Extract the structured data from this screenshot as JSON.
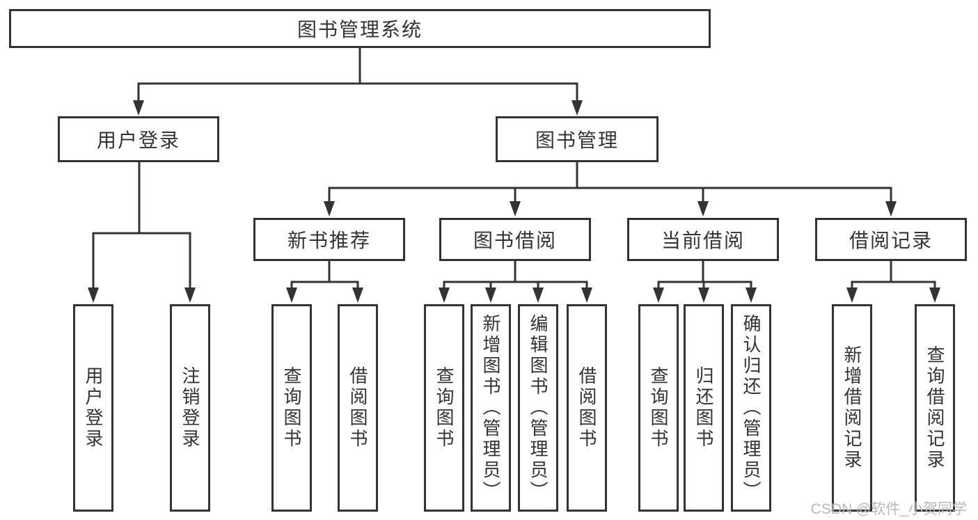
{
  "diagram": {
    "root": {
      "label": "图书管理系统"
    },
    "level2": {
      "user_login": {
        "label": "用户登录"
      },
      "book_mgmt": {
        "label": "图书管理"
      }
    },
    "level3": {
      "new_books": {
        "label": "新书推荐"
      },
      "book_borrow": {
        "label": "图书借阅"
      },
      "current_borrow": {
        "label": "当前借阅"
      },
      "borrow_records": {
        "label": "借阅记录"
      }
    },
    "leaves": {
      "user_login": [
        "用户登录",
        "注销登录"
      ],
      "new_books": [
        "查询图书",
        "借阅图书"
      ],
      "book_borrow": [
        "查询图书",
        "新增图书（管理员）",
        "编辑图书（管理员）",
        "借阅图书"
      ],
      "current_borrow": [
        "查询图书",
        "归还图书",
        "确认归还（管理员）"
      ],
      "borrow_records": [
        "新增借阅记录",
        "查询借阅记录"
      ]
    },
    "colors": {
      "line": "#333333",
      "box_background": "#ffffff",
      "text": "#333333",
      "watermark": "#b9b9b9"
    }
  },
  "watermark": "CSDN @软件_小贺同学"
}
